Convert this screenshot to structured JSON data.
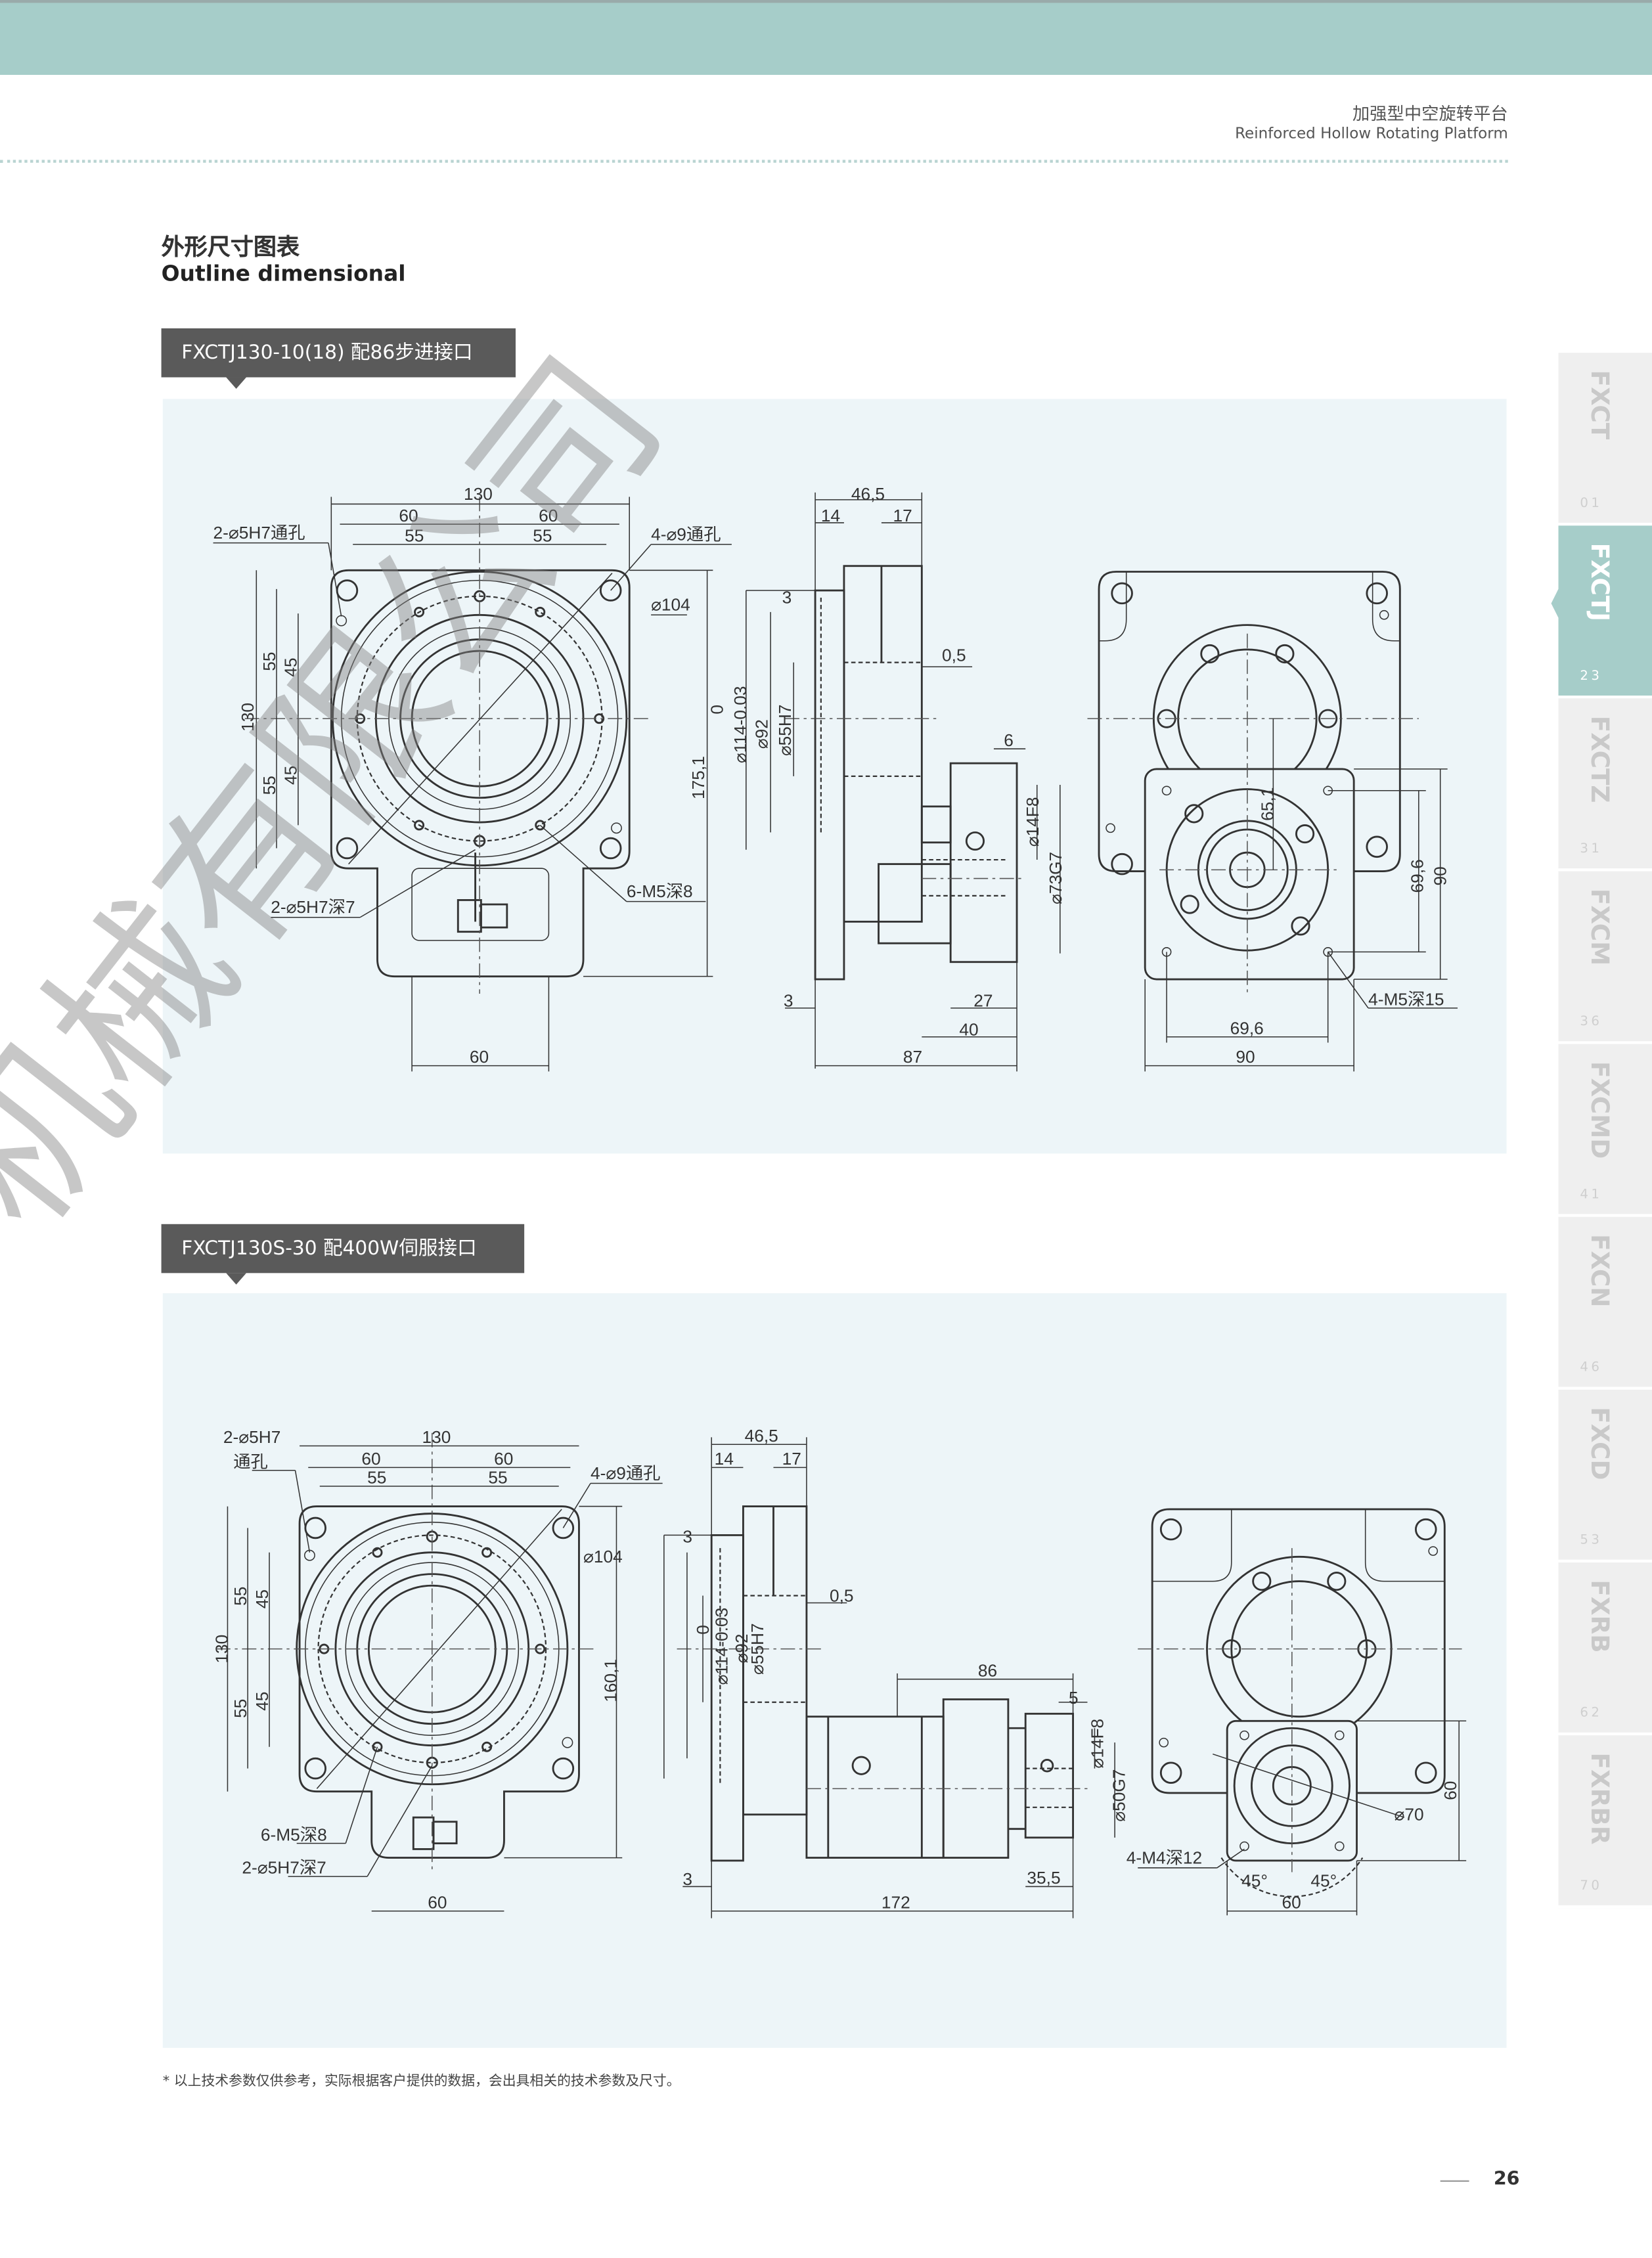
{
  "header": {
    "title_cn": "加强型中空旋转平台",
    "title_en": "Reinforced Hollow Rotating Platform"
  },
  "section": {
    "title_cn": "外形尺寸图表",
    "title_en": "Outline dimensional"
  },
  "watermark": "机械有限公司",
  "drawing1": {
    "label": "FXCTJ130-10(18) 配86步进接口",
    "front": [
      "130",
      "60",
      "60",
      "55",
      "55",
      "2-⌀5H7通孔",
      "4-⌀9通孔",
      "⌀104",
      "130",
      "55",
      "45",
      "55",
      "45",
      "175,1",
      "2-⌀5H7深7",
      "6-M5深8",
      "60"
    ],
    "side": [
      "46,5",
      "14",
      "17",
      "3",
      "0,5",
      "0",
      "⌀114-0.03",
      "⌀92",
      "⌀55H7",
      "6",
      "⌀14F8",
      "⌀73G7",
      "3",
      "27",
      "40",
      "87"
    ],
    "end": [
      "65,1",
      "69,6",
      "90",
      "4-M5深15",
      "69,6",
      "90"
    ]
  },
  "drawing2": {
    "label": "FXCTJ130S-30 配400W伺服接口",
    "front": [
      "2-⌀5H7",
      "通孔",
      "130",
      "60",
      "60",
      "55",
      "55",
      "4-⌀9通孔",
      "⌀104",
      "130",
      "55",
      "45",
      "45",
      "55",
      "160,1",
      "6-M5深8",
      "2-⌀5H7深7",
      "60"
    ],
    "side": [
      "46,5",
      "14",
      "17",
      "3",
      "0,5",
      "0",
      "⌀114-0.03",
      "⌀92",
      "⌀55H7",
      "86",
      "5",
      "⌀14F8",
      "⌀50G7",
      "3",
      "35,5",
      "172"
    ],
    "end": [
      "⌀70",
      "60",
      "4-M4深12",
      "45°",
      "45°",
      "60"
    ]
  },
  "tabs": [
    {
      "name": "FXCT",
      "page": "01"
    },
    {
      "name": "FXCTJ",
      "page": "23",
      "active": true
    },
    {
      "name": "FXCTZ",
      "page": "31"
    },
    {
      "name": "FXCM",
      "page": "36"
    },
    {
      "name": "FXCMD",
      "page": "41"
    },
    {
      "name": "FXCN",
      "page": "46"
    },
    {
      "name": "FXCD",
      "page": "53"
    },
    {
      "name": "FXRB",
      "page": "62"
    },
    {
      "name": "FXRBR",
      "page": "70"
    }
  ],
  "footnote": "* 以上技术参数仅供参考，实际根据客户提供的数据，会出具相关的技术参数及尺寸。",
  "page_number": "26",
  "colors": {
    "accent": "#a6cdc9",
    "panel": "#edf5f8",
    "label_bg": "#5a5a5a"
  }
}
